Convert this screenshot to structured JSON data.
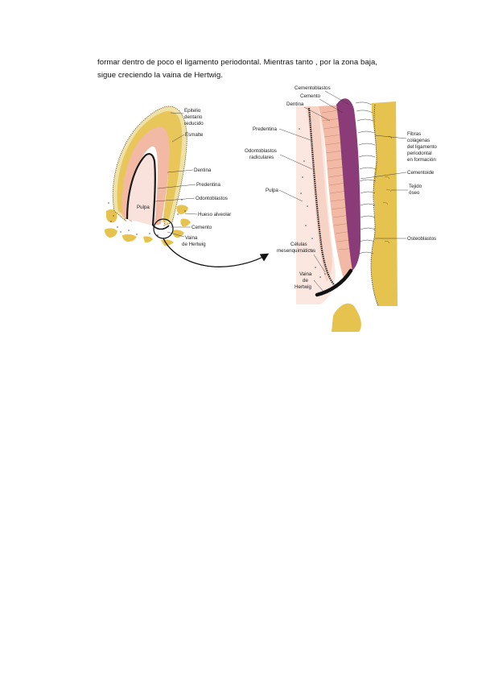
{
  "text": {
    "line1": "formar dentro de poco el ligamento periodontal. Mientras tanto , por la zona baja,",
    "line2": "sigue creciendo la vaina de Hertwig."
  },
  "left_figure": {
    "labels": {
      "epitelio_l1": "Epitelio",
      "epitelio_l2": "dentario",
      "epitelio_l3": "reducido",
      "esmalte": "Esmalte",
      "dentina": "Dentina",
      "predentina": "Predentina",
      "odontoblastos": "Odontoblastos",
      "pulpa": "Pulpa",
      "hueso": "Hueso alveolar",
      "cemento": "Cemento",
      "vaina_l1": "Vaina",
      "vaina_l2": "de Hertwig"
    }
  },
  "right_figure": {
    "labels": {
      "cementoblastos": "Cementoblastos",
      "cemento": "Cemento",
      "dentina": "Dentina",
      "predentina": "Predentina",
      "odonto_l1": "Odontoblastos",
      "odonto_l2": "radiculares",
      "pulpa": "Pulpa",
      "celulas_l1": "Células",
      "celulas_l2": "mesenquimáticas",
      "vaina_l1": "Vaina",
      "vaina_l2": "de",
      "vaina_l3": "Hertwig",
      "fibras_l1": "Fibras",
      "fibras_l2": "colágenas",
      "fibras_l3": "del ligamento",
      "fibras_l4": "periodontal",
      "fibras_l5": "en formación",
      "cementoide": "Cementoide",
      "tejido_l1": "Tejido",
      "tejido_l2": "óseo",
      "osteoblastos": "Osteoblastos"
    }
  },
  "colors": {
    "enamel_yellow": "#e8c65a",
    "bone_yellow": "#e6c24e",
    "dentin_pink": "#f2b9a4",
    "pulp_pink": "#f9e2dc",
    "cementum_purple": "#8a3b78",
    "sheath_black": "#111111"
  }
}
